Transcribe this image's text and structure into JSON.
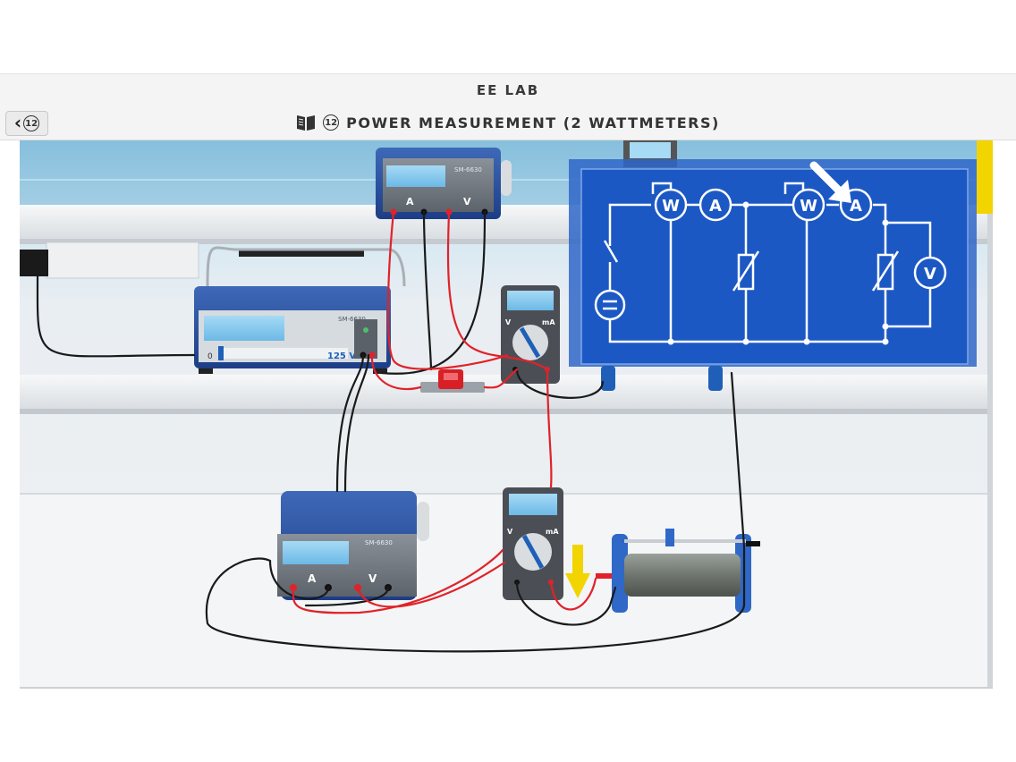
{
  "app": {
    "title": "EE LAB"
  },
  "lesson": {
    "number": "12",
    "title": "POWER MEASUREMENT (2 WATTMETERS)"
  },
  "back_button": {
    "number": "12"
  },
  "instruments": {
    "wattmeter_top": {
      "brand": "SM-6630",
      "label_a": "A",
      "label_v": "V"
    },
    "power_supply": {
      "brand": "SM-6630",
      "voltage": "125 V",
      "zero": "0"
    },
    "multimeter_top": {
      "label_v": "V",
      "label_ma": "mA"
    },
    "wattmeter_bottom": {
      "brand": "SM-6630",
      "label_a": "A",
      "label_v": "V"
    },
    "multimeter_bottom": {
      "label_v": "V",
      "label_ma": "mA"
    }
  },
  "schematic": {
    "symbol_w": "W",
    "symbol_a": "A",
    "symbol_v": "V"
  },
  "colors": {
    "accent_blue": "#1f5fb8",
    "wire_red": "#e1222a",
    "wire_black": "#1a1a1a",
    "arrow_yellow": "#f2d400"
  }
}
